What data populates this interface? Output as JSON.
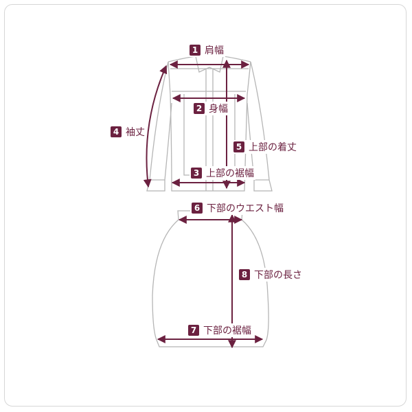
{
  "accent_color": "#6b2140",
  "outline_color": "#b5b5b5",
  "measurements": [
    {
      "number": "1",
      "label": "肩幅"
    },
    {
      "number": "2",
      "label": "身幅"
    },
    {
      "number": "3",
      "label": "上部の裾幅"
    },
    {
      "number": "4",
      "label": "袖丈"
    },
    {
      "number": "5",
      "label": "上部の着丈"
    },
    {
      "number": "6",
      "label": "下部のウエスト幅"
    },
    {
      "number": "7",
      "label": "下部の裾幅"
    },
    {
      "number": "8",
      "label": "下部の長さ"
    }
  ]
}
